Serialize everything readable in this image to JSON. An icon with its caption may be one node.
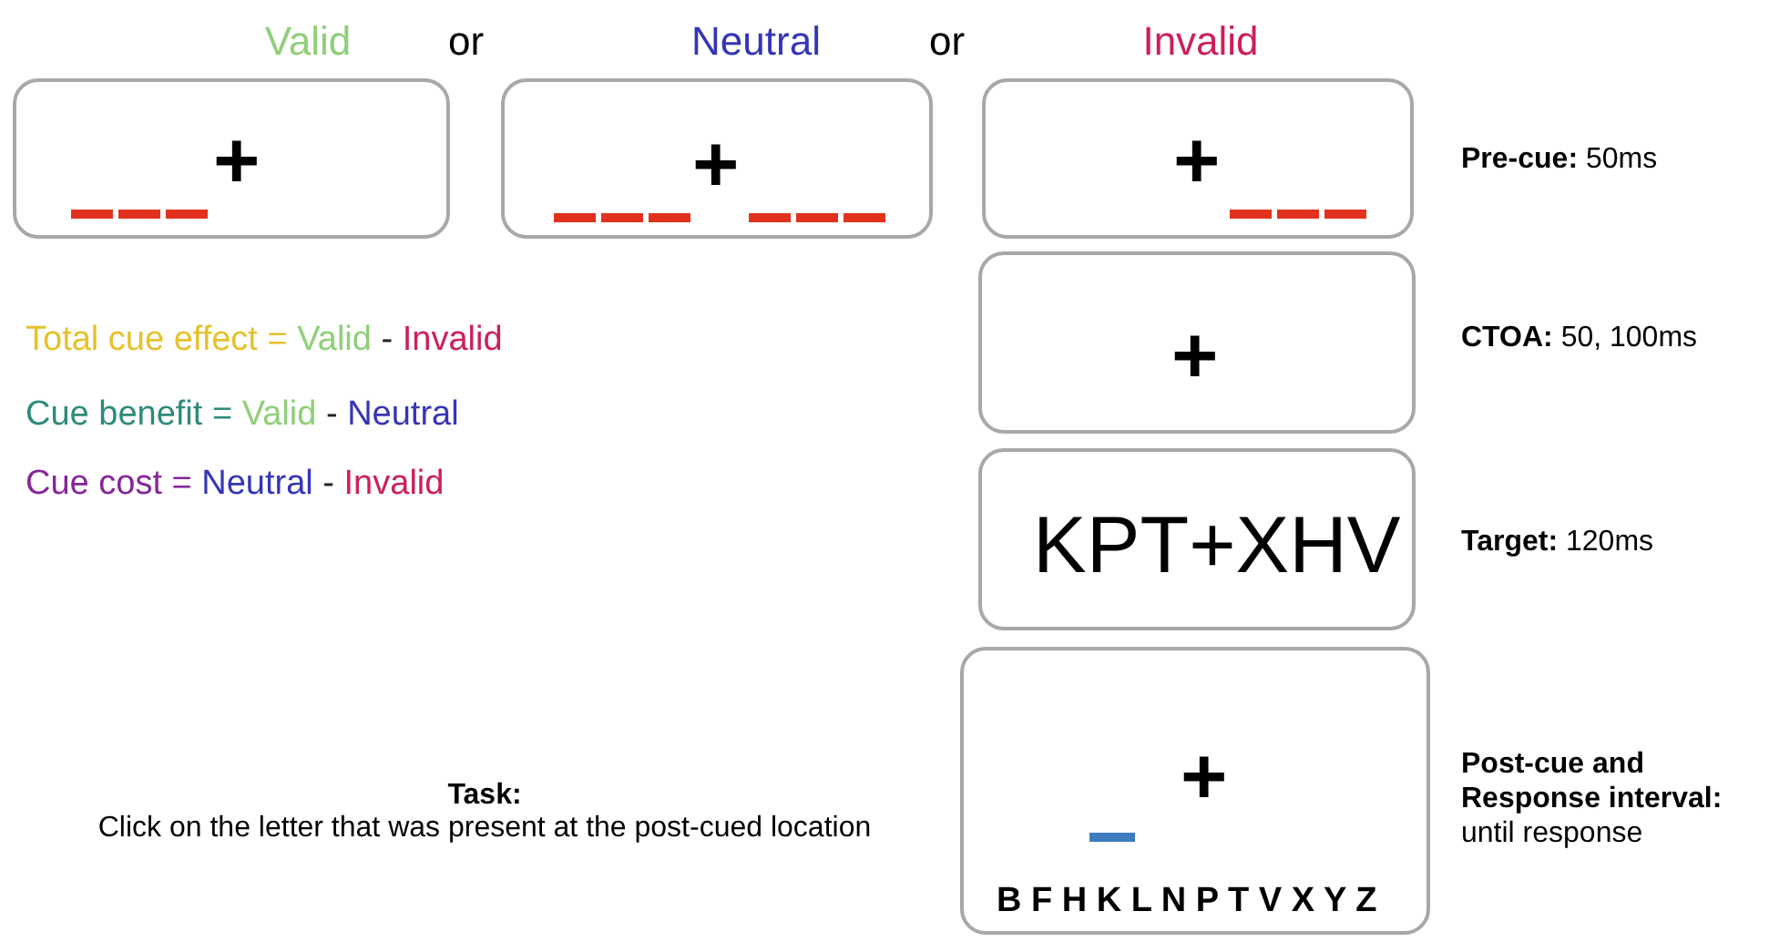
{
  "diagram": {
    "nodes": [
      {
        "text": [
          "Valid",
          "+"
        ]
      },
      {
        "text": [
          "Neutral",
          "+"
        ]
      },
      {
        "text": [
          "Invalid",
          "+"
        ],
        "beside": [
          "**Pre-cue:** 50ms"
        ]
      },
      {
        "text": [
          "+"
        ],
        "beside": [
          "**CTOA:** 50, 100ms"
        ]
      },
      {
        "text": [
          "KPT+XHV"
        ],
        "beside": [
          "**Target:** 120ms"
        ]
      },
      {
        "text": [
          "+",
          "B F H K L N P T V X Y Z"
        ],
        "beside": [
          "**Post-cue and Response interval:** until response"
        ]
      }
    ],
    "labels": [
      "or",
      "or",
      "Total cue effect =",
      "Valid",
      "-",
      "Invalid",
      "Cue benefit =",
      "Valid",
      "-",
      "Neutral",
      "Cue cost =",
      "Neutral",
      "-",
      "Invalid",
      "Task:",
      "Click on the letter that was present at the post-cued location"
    ]
  }
}
